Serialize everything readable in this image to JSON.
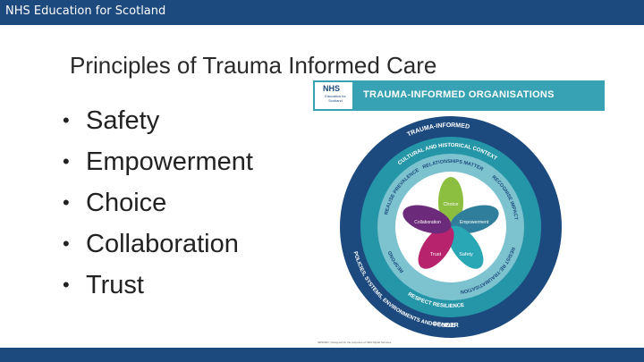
{
  "header": {
    "organization": "NHS Education for Scotland"
  },
  "slide": {
    "title": "Principles of Trauma Informed Care",
    "bullets": [
      "Safety",
      "Empowerment",
      "Choice",
      "Collaboration",
      "Trust"
    ]
  },
  "figure": {
    "logo_mark": "NHS",
    "logo_subtext": "Education for Scotland",
    "banner_title": "TRAUMA-INFORMED ORGANISATIONS",
    "outer_ring_labels": [
      "TRAUMA-INFORMED",
      "GENDER",
      "POLICIES, SYSTEMS, ENVIRONMENTS AND PEOPLE"
    ],
    "middle_ring_labels": [
      "CULTURAL AND HISTORICAL CONTEXT",
      "RESPECT RESILIENCE"
    ],
    "inner_ring_labels": [
      "RELATIONSHIPS MATTER",
      "REALISE PREVALENCE",
      "RECOGNISE IMPACT",
      "RESIST RE-TRAUMATISATION",
      "RESPOND"
    ],
    "petals": [
      {
        "label": "Choice",
        "color": "#8cbf3f"
      },
      {
        "label": "Empowerment",
        "color": "#2f7f9c"
      },
      {
        "label": "Safety",
        "color": "#2aa7b5"
      },
      {
        "label": "Trust",
        "color": "#b8236e"
      },
      {
        "label": "Collaboration",
        "color": "#6b2a7a"
      }
    ],
    "credit": "NES0001 | Designed for the purposes of NES Digital Services"
  },
  "colors": {
    "header_bar": "#1d4a7e",
    "banner": "#37a2b3",
    "ring_outer": "#1d4a7e",
    "ring_middle": "#2496a8",
    "ring_inner": "#7cc3cf"
  }
}
